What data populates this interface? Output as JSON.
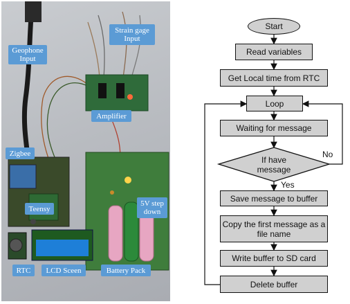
{
  "photo": {
    "labels": {
      "geophone": "Geophone Input",
      "strain": "Strain gage Input",
      "amplifier": "Amplifier",
      "zigbee": "Zigbee",
      "teensy": "Teensy",
      "step_down": "5V step down",
      "rtc": "RTC",
      "lcd": "LCD Sceen",
      "battery": "Battery Pack"
    }
  },
  "flowchart": {
    "start": "Start",
    "read_variables": "Read variables",
    "get_time": "Get Local time from RTC",
    "loop": "Loop",
    "waiting": "Waiting for message",
    "decision": "If have message",
    "no": "No",
    "yes": "Yes",
    "save": "Save message to buffer",
    "copy": "Copy the first message as a file name",
    "write": "Write buffer to SD card",
    "delete": "Delete buffer"
  }
}
